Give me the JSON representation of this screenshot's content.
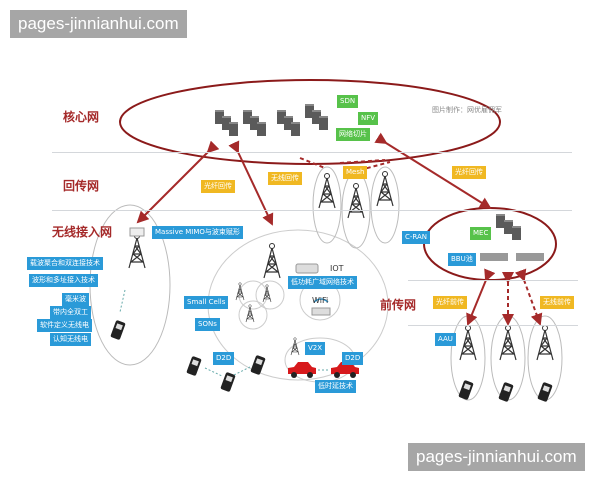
{
  "watermarks": {
    "top": "pages-jinnianhui.com",
    "bottom": "pages-jinnianhui.com"
  },
  "credit": "图片制作：网优雇佣军",
  "layers": {
    "core": "核心网",
    "backhaul": "回传网",
    "ran": "无线接入网",
    "fronthaul": "前传网"
  },
  "core_tags": {
    "sdn": "SDN",
    "nfv": "NFV",
    "slicing": "网络切片"
  },
  "backhaul_tags": {
    "fiber_backhaul": "光纤回传",
    "wireless_backhaul": "无线回传",
    "mesh": "Mesh",
    "fiber_backhaul_right": "光纤回传"
  },
  "ran_tags": {
    "massive_mimo": "Massive MIMO与波束赋形",
    "carrier_agg": "载波聚合和双连接技术",
    "waveform": "波形和多址接入技术",
    "mmwave": "毫米波",
    "full_duplex": "带内全双工",
    "sdr": "软件定义无线电",
    "cognitive": "认知无线电",
    "iot": "IOT",
    "lpwan": "低功耗广域网络技术",
    "small_cells": "Small Cells",
    "sons": "SONs",
    "wifi": "WiFi",
    "v2x": "V2X",
    "d2d_left": "D2D",
    "d2d_right": "D2D",
    "low_latency": "低时延技术"
  },
  "cran_tags": {
    "cran": "C-RAN",
    "mec": "MEC",
    "bbu": "BBU池",
    "aau": "AAU",
    "fiber_fronthaul": "光纤前传",
    "wireless_fronthaul": "无线前传"
  },
  "colors": {
    "layer_text": "#a52a2a",
    "arrow": "#a52a2a",
    "blue_tag": "#2a9ad8",
    "green_tag": "#57c24a",
    "yellow_tag": "#f0b822",
    "watermark_bg": "#a6a6a6"
  }
}
